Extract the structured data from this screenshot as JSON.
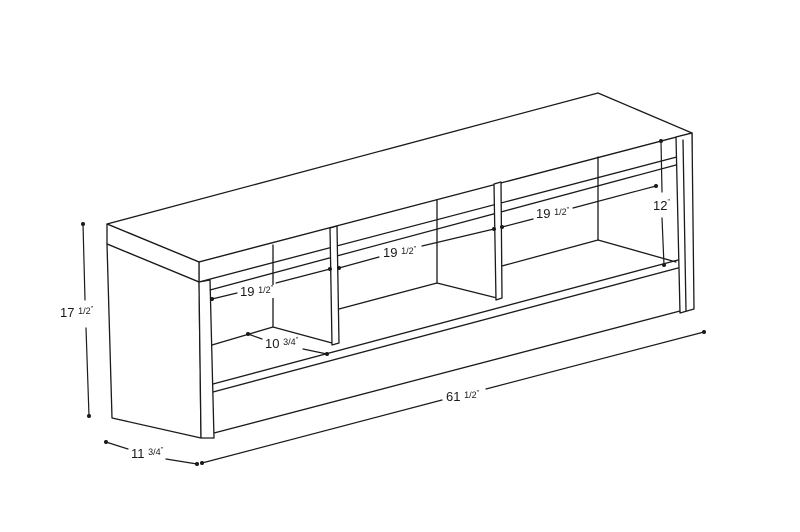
{
  "diagram": {
    "subject": "bench-with-three-cubbies",
    "line_color": "#1a1a1a",
    "background": "#ffffff",
    "dimensions": {
      "overall_height": {
        "whole": "17",
        "fraction": "1/2",
        "unit": "\""
      },
      "overall_depth": {
        "whole": "11",
        "fraction": "3/4",
        "unit": "\""
      },
      "overall_width": {
        "whole": "61",
        "fraction": "1/2",
        "unit": "\""
      },
      "cubby_left_width": {
        "whole": "19",
        "fraction": "1/2",
        "unit": "\""
      },
      "cubby_middle_width": {
        "whole": "19",
        "fraction": "1/2",
        "unit": "\""
      },
      "cubby_right_width": {
        "whole": "19",
        "fraction": "1/2",
        "unit": "\""
      },
      "cubby_depth": {
        "whole": "10",
        "fraction": "3/4",
        "unit": "\""
      },
      "cubby_height": {
        "whole": "12",
        "fraction": "",
        "unit": "\""
      }
    }
  }
}
